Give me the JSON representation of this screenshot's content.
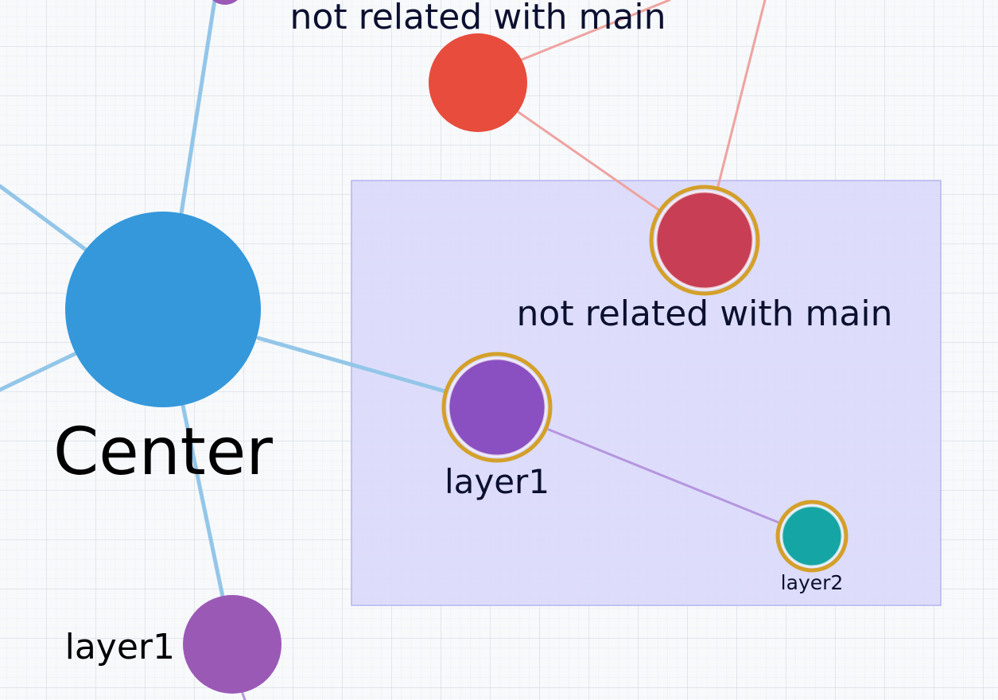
{
  "graph": {
    "colors": {
      "background": "#f7f9fb",
      "grid_minor": "#e3e8ee",
      "grid_major": "#cdd3db",
      "selection_fill": "#d9d9fb",
      "selection_stroke": "#b3b3f2",
      "highlight_ring": "#d4a02a",
      "edge_blue": "#93c6e8",
      "edge_red": "#eea3a0",
      "edge_purple": "#b596de"
    },
    "nodes": [
      {
        "id": "center",
        "label": "Center",
        "color": "#3498db",
        "selected": false
      },
      {
        "id": "layer1_top",
        "label": "",
        "color": "#9b59b6",
        "selected": false
      },
      {
        "id": "layer1_bottom",
        "label": "layer1",
        "color": "#9b59b6",
        "selected": false
      },
      {
        "id": "layer1_selected",
        "label": "layer1",
        "color": "#8a4fc0",
        "selected": true
      },
      {
        "id": "layer2",
        "label": "layer2",
        "color": "#16a5a5",
        "selected": true
      },
      {
        "id": "red_top",
        "label": "not related with main",
        "color": "#e74c3c",
        "selected": false
      },
      {
        "id": "red_selected",
        "label": "not related with main",
        "color": "#c73e55",
        "selected": true
      }
    ],
    "edges": [
      {
        "from": "center",
        "to": "layer1_top",
        "color": "edge_blue"
      },
      {
        "from": "center",
        "to": "layer1_bottom",
        "color": "edge_blue"
      },
      {
        "from": "center",
        "to": "layer1_selected",
        "color": "edge_blue"
      },
      {
        "from": "center",
        "to": "offscreen_left_1",
        "color": "edge_blue"
      },
      {
        "from": "center",
        "to": "offscreen_left_2",
        "color": "edge_blue"
      },
      {
        "from": "layer1_selected",
        "to": "layer2",
        "color": "edge_purple"
      },
      {
        "from": "red_top",
        "to": "red_selected",
        "color": "edge_red"
      },
      {
        "from": "red_top",
        "to": "offscreen_top_right",
        "color": "edge_red"
      },
      {
        "from": "red_selected",
        "to": "offscreen_top_right_2",
        "color": "edge_red"
      },
      {
        "from": "layer1_bottom",
        "to": "offscreen_bottom",
        "color": "edge_purple"
      }
    ]
  }
}
